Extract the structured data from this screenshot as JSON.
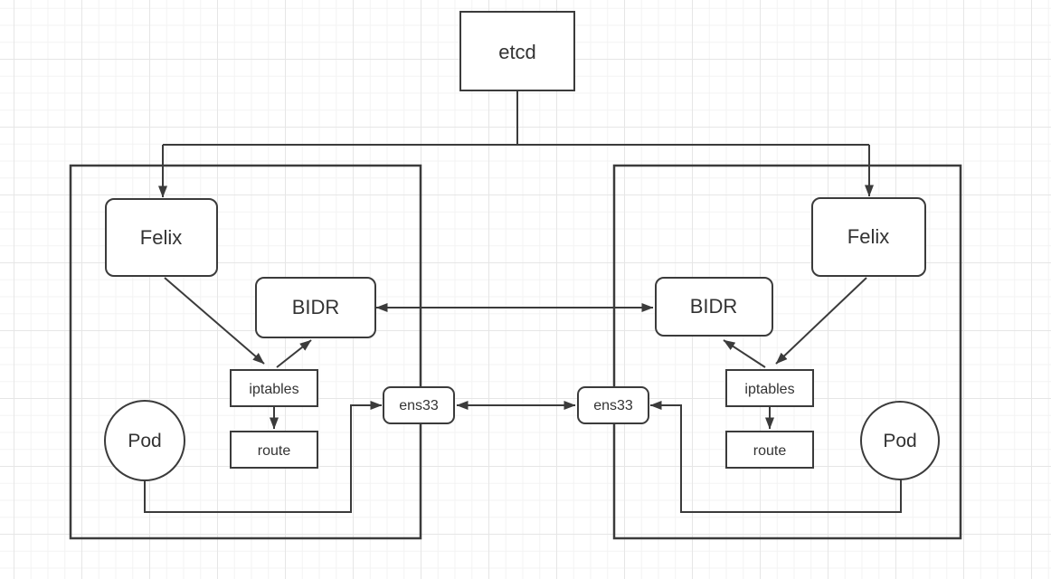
{
  "diagram_type": "network-architecture-diagram",
  "colors": {
    "background": "#ffffff",
    "grid_minor": "#f3f3f3",
    "grid_major": "#e6e6e6",
    "stroke": "#3b3b3b",
    "text": "#333333",
    "shape_fill": "#ffffff"
  },
  "etcd": {
    "label": "etcd"
  },
  "nodes": [
    {
      "felix": "Felix",
      "bidr": "BIDR",
      "iptables": "iptables",
      "route": "route",
      "pod": "Pod",
      "ens33": "ens33"
    },
    {
      "felix": "Felix",
      "bidr": "BIDR",
      "iptables": "iptables",
      "route": "route",
      "pod": "Pod",
      "ens33": "ens33"
    }
  ],
  "connections": {
    "etcd_to_left_felix": "arrow-down",
    "etcd_to_right_felix": "arrow-down",
    "bidr_to_bidr": "double-arrow",
    "ens33_to_ens33": "double-arrow",
    "felix_to_iptables": "arrow",
    "iptables_to_bidr": "arrow",
    "iptables_to_route": "arrow",
    "pod_to_ens33": "arrow"
  }
}
